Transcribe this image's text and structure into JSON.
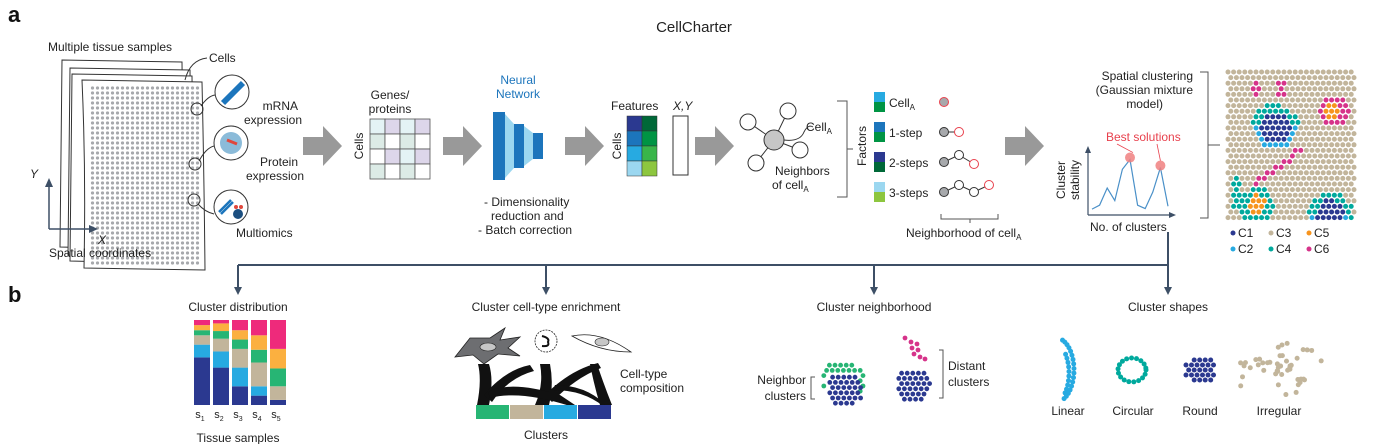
{
  "title": "CellCharter",
  "panel_a": {
    "label": "a",
    "input": {
      "multiple_tissue_samples": "Multiple tissue samples",
      "cells": "Cells",
      "modalities": [
        {
          "line1": "mRNA",
          "line2": "expression",
          "icon": "dna-icon"
        },
        {
          "line1": "Protein",
          "line2": "expression",
          "icon": "protein-icon"
        },
        {
          "line1": "Multiomics",
          "line2": "",
          "icon": "multiomics-icon"
        }
      ],
      "axis_y": "Y",
      "axis_x": "X",
      "spatial_coordinates": "Spatial coordinates"
    },
    "matrix": {
      "title_line1": "Genes/",
      "title_line2": "proteins",
      "row_label": "Cells"
    },
    "neural_network": {
      "title_line1": "Neural",
      "title_line2": "Network",
      "notes": [
        "- Dimensionality",
        "reduction and",
        "- Batch correction"
      ]
    },
    "features": {
      "title": "Features",
      "xy": "X,Y",
      "row_label": "Cells",
      "colors_left": [
        "#2b3990",
        "#1c75bc",
        "#27aae1",
        "#9bd7f0"
      ],
      "colors_right": [
        "#006838",
        "#009444",
        "#39b54a",
        "#8dc63f"
      ]
    },
    "neighbors": {
      "cell_label": "Cell",
      "cell_sub": "A",
      "caption_line1": "Neighbors",
      "caption_line2": "of cell",
      "caption_sub": "A"
    },
    "factors": {
      "axis_label": "Factors",
      "rows": [
        {
          "label": "Cell",
          "sub": "A",
          "top": "#27aae1",
          "bottom": "#009444",
          "steps": 0
        },
        {
          "label": "1-step",
          "sub": "",
          "top": "#1c75bc",
          "bottom": "#009444",
          "steps": 1
        },
        {
          "label": "2-steps",
          "sub": "",
          "top": "#2b3990",
          "bottom": "#006838",
          "steps": 2
        },
        {
          "label": "3-steps",
          "sub": "",
          "top": "#9bd7f0",
          "bottom": "#8dc63f",
          "steps": 3
        }
      ],
      "neighborhood_label": "Neighborhood of cell",
      "neighborhood_sub": "A"
    },
    "clustering": {
      "title_lines": [
        "Spatial clustering",
        "(Gaussian mixture",
        "model)"
      ],
      "best_solutions": "Best solutions",
      "ylabel_line1": "Cluster",
      "ylabel_line2": "stability",
      "xlabel": "No. of clusters",
      "stability_curve": [
        0.05,
        0.12,
        0.42,
        0.2,
        0.75,
        0.92,
        0.12,
        0.06,
        0.35,
        0.78,
        0.1
      ],
      "best_indices": [
        5,
        9
      ]
    },
    "legend": [
      {
        "label": "C1",
        "color": "#2b3990"
      },
      {
        "label": "C2",
        "color": "#27aae1"
      },
      {
        "label": "C3",
        "color": "#c2b59b"
      },
      {
        "label": "C4",
        "color": "#00a99d"
      },
      {
        "label": "C5",
        "color": "#f7941d"
      },
      {
        "label": "C6",
        "color": "#d6338a"
      }
    ]
  },
  "panel_b": {
    "label": "b",
    "distribution": {
      "title": "Cluster distribution",
      "xlabel": "Tissue samples",
      "samples": [
        {
          "name": "s",
          "sub": "1",
          "C1": 0.56,
          "C2": 0.15,
          "C3": 0.11,
          "C4": 0.06,
          "C5": 0.06,
          "C6": 0.06
        },
        {
          "name": "s",
          "sub": "2",
          "C1": 0.44,
          "C2": 0.19,
          "C3": 0.15,
          "C4": 0.09,
          "C5": 0.09,
          "C6": 0.04
        },
        {
          "name": "s",
          "sub": "3",
          "C1": 0.22,
          "C2": 0.22,
          "C3": 0.22,
          "C4": 0.11,
          "C5": 0.11,
          "C6": 0.12
        },
        {
          "name": "s",
          "sub": "4",
          "C1": 0.11,
          "C2": 0.11,
          "C3": 0.28,
          "C4": 0.15,
          "C5": 0.17,
          "C6": 0.18
        },
        {
          "name": "s",
          "sub": "5",
          "C1": 0.06,
          "C2": 0.0,
          "C3": 0.16,
          "C4": 0.21,
          "C5": 0.23,
          "C6": 0.34
        }
      ],
      "stack_order": [
        "C1",
        "C2",
        "C3",
        "C4",
        "C5",
        "C6"
      ]
    },
    "enrichment": {
      "title": "Cluster cell-type enrichment",
      "composition_line1": "Cell-type",
      "composition_line2": "composition",
      "clusters_label": "Clusters",
      "cluster_colors": [
        "#27b574",
        "#c2b59b",
        "#27aae1",
        "#2b3990"
      ]
    },
    "neighborhood": {
      "title": "Cluster neighborhood",
      "neighbor_line1": "Neighbor",
      "neighbor_line2": "clusters",
      "distant_line1": "Distant",
      "distant_line2": "clusters"
    },
    "shapes": {
      "title": "Cluster shapes",
      "items": [
        {
          "label": "Linear",
          "color": "#27aae1"
        },
        {
          "label": "Circular",
          "color": "#00a99d"
        },
        {
          "label": "Round",
          "color": "#2b3990"
        },
        {
          "label": "Irregular",
          "color": "#c2b59b"
        }
      ]
    }
  }
}
